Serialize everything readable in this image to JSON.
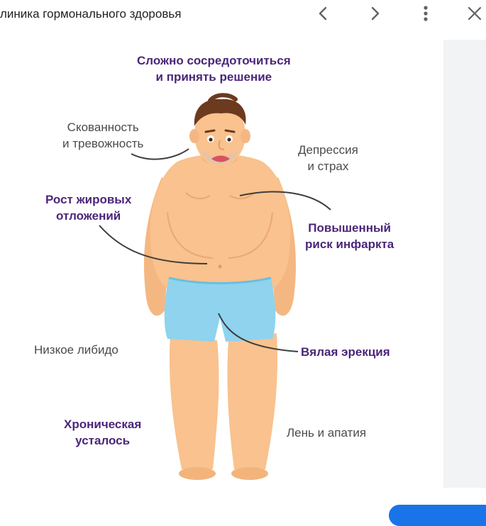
{
  "header": {
    "title": "линика гормонального здоровья",
    "prev_icon": "chevron-left-icon",
    "next_icon": "chevron-right-icon",
    "more_icon": "more-vert-icon",
    "close_icon": "close-icon"
  },
  "infographic": {
    "concentration": [
      "Сложно сосредоточиться",
      "и принять решение"
    ],
    "stiffness": [
      "Скованность",
      "и тревожность"
    ],
    "depression": [
      "Депрессия",
      "и страх"
    ],
    "fat": [
      "Рост жировых",
      "отложений"
    ],
    "infarction": [
      "Повышенный",
      "риск инфаркта"
    ],
    "libido": "Низкое либидо",
    "erection": "Вялая эрекция",
    "fatigue": [
      "Хроническая",
      "усталось"
    ],
    "apathy": "Лень и апатия"
  },
  "colors": {
    "purple": "#4a2679",
    "gray_text": "#4b4b4b",
    "skin": "#f9c28e",
    "shorts": "#8fd3ee",
    "hair": "#6b3a1f",
    "accent_blue": "#1a73e8"
  }
}
